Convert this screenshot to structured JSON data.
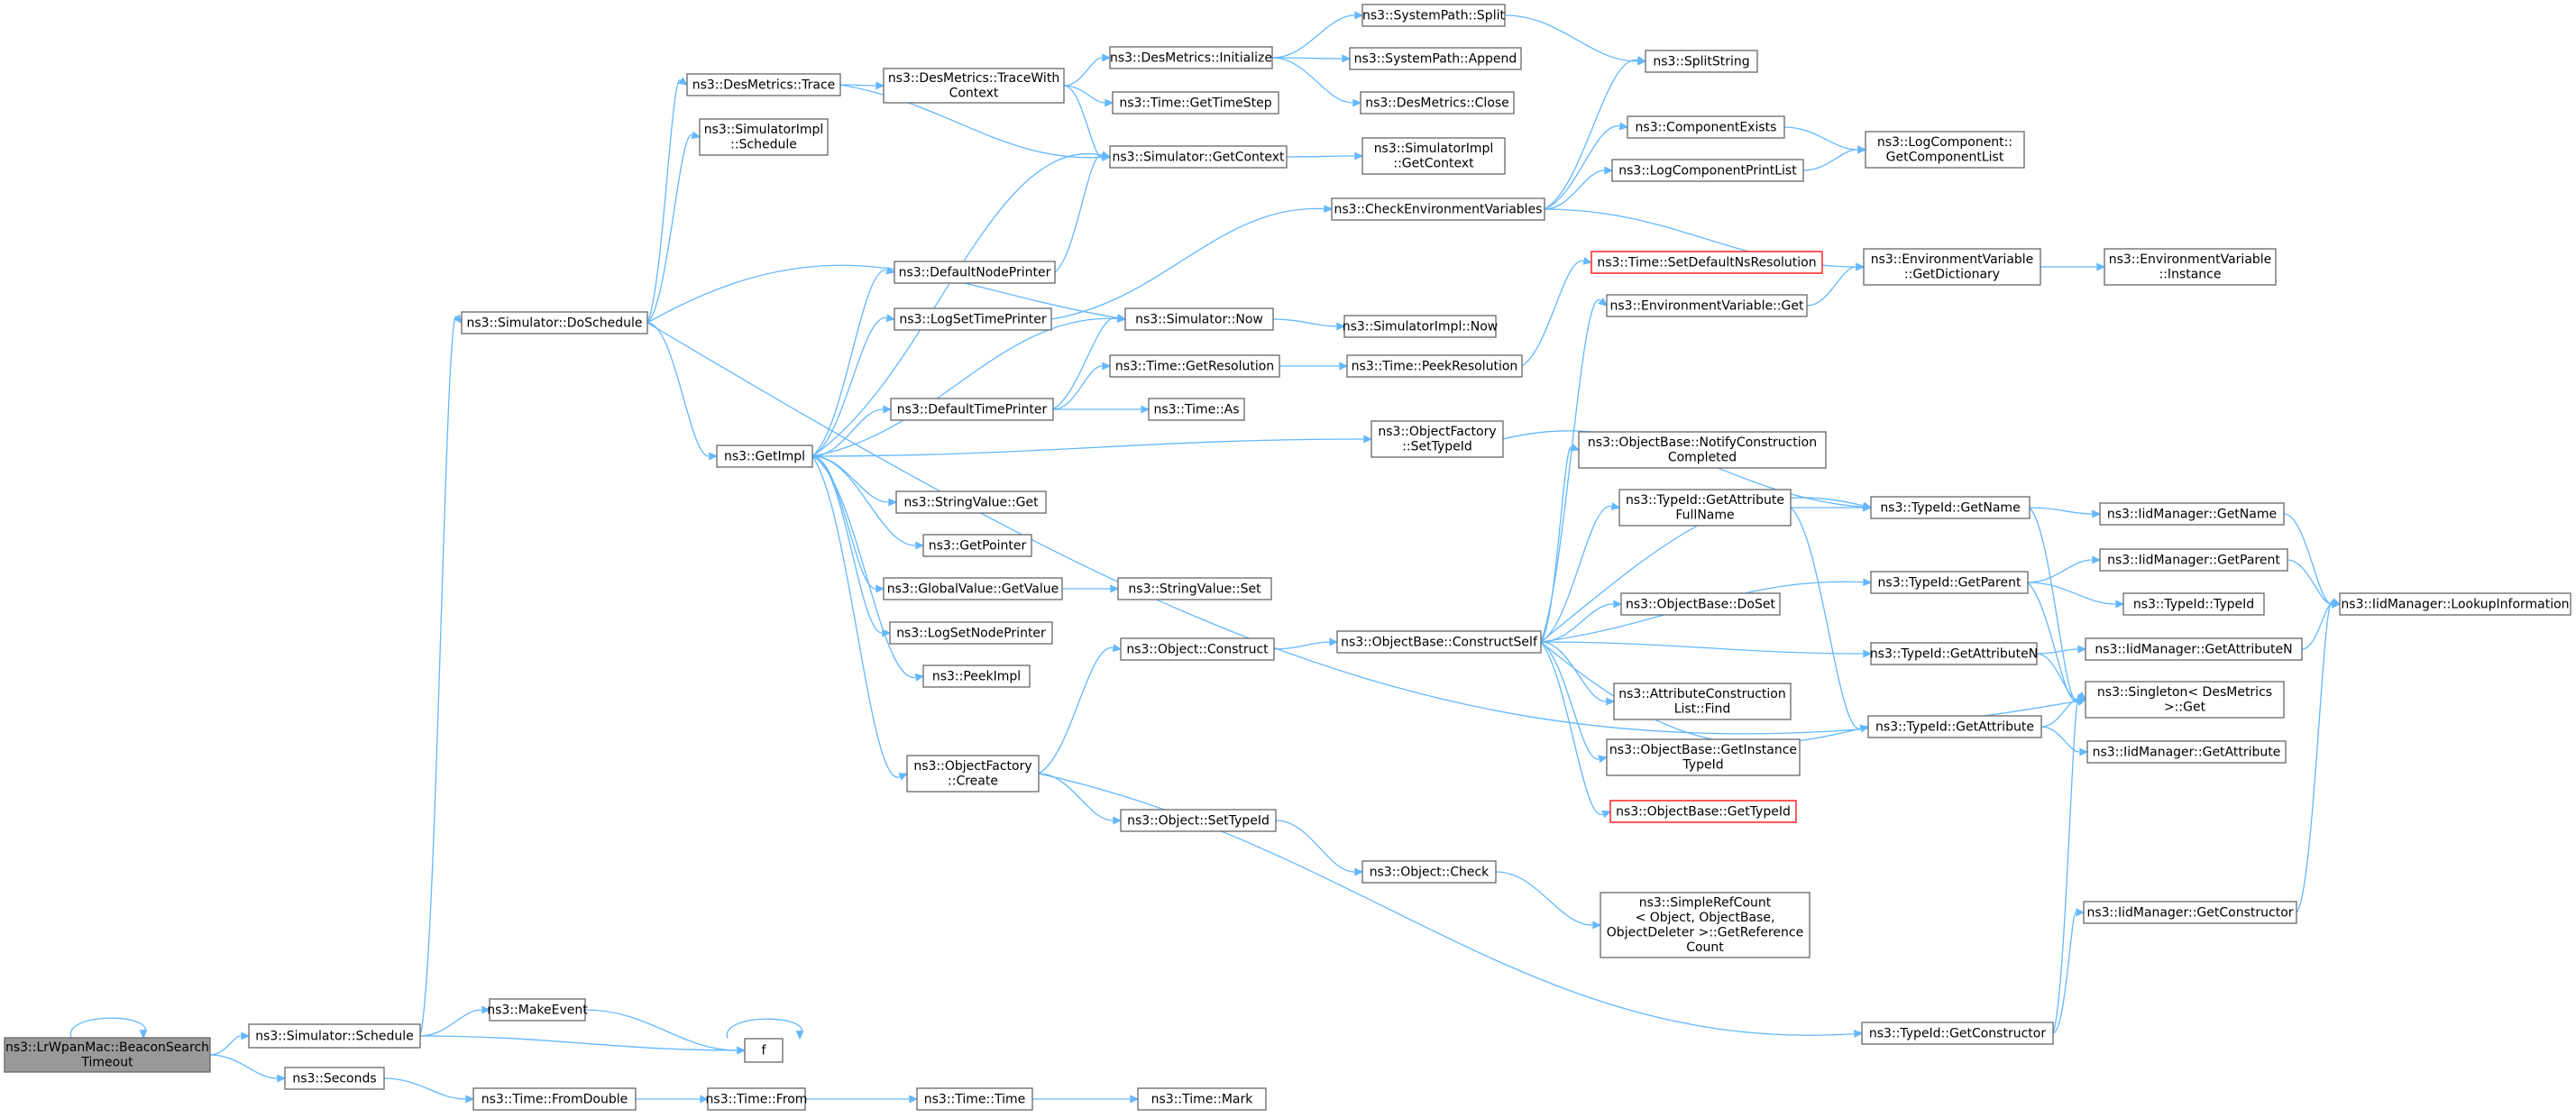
{
  "graph": {
    "colors": {
      "edge": "#63b8ff",
      "node_border": "#666666",
      "focus_fill": "#999999",
      "missing_border": "#ff0000"
    },
    "nodes": [
      {
        "id": "lrwpan",
        "lines": [
          "ns3::LrWpanMac::BeaconSearch",
          "Timeout"
        ],
        "focus": true
      },
      {
        "id": "schedule",
        "lines": [
          "ns3::Simulator::Schedule"
        ]
      },
      {
        "id": "seconds",
        "lines": [
          "ns3::Seconds"
        ]
      },
      {
        "id": "makeevent",
        "lines": [
          "ns3::MakeEvent"
        ]
      },
      {
        "id": "f",
        "lines": [
          "f"
        ]
      },
      {
        "id": "fromdouble",
        "lines": [
          "ns3::Time::FromDouble"
        ]
      },
      {
        "id": "from",
        "lines": [
          "ns3::Time::From"
        ]
      },
      {
        "id": "timetime",
        "lines": [
          "ns3::Time::Time"
        ]
      },
      {
        "id": "mark",
        "lines": [
          "ns3::Time::Mark"
        ]
      },
      {
        "id": "doschedule",
        "lines": [
          "ns3::Simulator::DoSchedule"
        ]
      },
      {
        "id": "desmtrace",
        "lines": [
          "ns3::DesMetrics::Trace"
        ]
      },
      {
        "id": "simimplschedule",
        "lines": [
          "ns3::SimulatorImpl",
          "::Schedule"
        ]
      },
      {
        "id": "getimpl",
        "lines": [
          "ns3::GetImpl"
        ]
      },
      {
        "id": "tracewithctx",
        "lines": [
          "ns3::DesMetrics::TraceWith",
          "Context"
        ]
      },
      {
        "id": "desinit",
        "lines": [
          "ns3::DesMetrics::Initialize"
        ]
      },
      {
        "id": "gettimestep",
        "lines": [
          "ns3::Time::GetTimeStep"
        ]
      },
      {
        "id": "getcontext",
        "lines": [
          "ns3::Simulator::GetContext"
        ]
      },
      {
        "id": "spsplit",
        "lines": [
          "ns3::SystemPath::Split"
        ]
      },
      {
        "id": "spappend",
        "lines": [
          "ns3::SystemPath::Append"
        ]
      },
      {
        "id": "desclose",
        "lines": [
          "ns3::DesMetrics::Close"
        ]
      },
      {
        "id": "splitstring",
        "lines": [
          "ns3::SplitString"
        ]
      },
      {
        "id": "simimplgetctx",
        "lines": [
          "ns3::SimulatorImpl",
          "::GetContext"
        ]
      },
      {
        "id": "checkenv",
        "lines": [
          "ns3::CheckEnvironmentVariables"
        ]
      },
      {
        "id": "compexists",
        "lines": [
          "ns3::ComponentExists"
        ]
      },
      {
        "id": "logcompprint",
        "lines": [
          "ns3::LogComponentPrintList"
        ]
      },
      {
        "id": "getcomplist",
        "lines": [
          "ns3::LogComponent::",
          "GetComponentList"
        ]
      },
      {
        "id": "envgetdict",
        "lines": [
          "ns3::EnvironmentVariable",
          "::GetDictionary"
        ]
      },
      {
        "id": "envinstance",
        "lines": [
          "ns3::EnvironmentVariable",
          "::Instance"
        ]
      },
      {
        "id": "setdefres",
        "lines": [
          "ns3::Time::SetDefaultNsResolution"
        ],
        "missing": true
      },
      {
        "id": "envget",
        "lines": [
          "ns3::EnvironmentVariable::Get"
        ]
      },
      {
        "id": "defnodeprinter",
        "lines": [
          "ns3::DefaultNodePrinter"
        ]
      },
      {
        "id": "logsettimeprinter",
        "lines": [
          "ns3::LogSetTimePrinter"
        ]
      },
      {
        "id": "simnow",
        "lines": [
          "ns3::Simulator::Now"
        ]
      },
      {
        "id": "simimplnow",
        "lines": [
          "ns3::SimulatorImpl::Now"
        ]
      },
      {
        "id": "getresolution",
        "lines": [
          "ns3::Time::GetResolution"
        ]
      },
      {
        "id": "peekresolution",
        "lines": [
          "ns3::Time::PeekResolution"
        ]
      },
      {
        "id": "deftimeprinter",
        "lines": [
          "ns3::DefaultTimePrinter"
        ]
      },
      {
        "id": "timeas",
        "lines": [
          "ns3::Time::As"
        ]
      },
      {
        "id": "ofsettypeid",
        "lines": [
          "ns3::ObjectFactory",
          "::SetTypeId"
        ]
      },
      {
        "id": "stringvalueget",
        "lines": [
          "ns3::StringValue::Get"
        ]
      },
      {
        "id": "getpointer",
        "lines": [
          "ns3::GetPointer"
        ]
      },
      {
        "id": "gvgetvalue",
        "lines": [
          "ns3::GlobalValue::GetValue"
        ]
      },
      {
        "id": "stringvalueset",
        "lines": [
          "ns3::StringValue::Set"
        ]
      },
      {
        "id": "logsetnodeprinter",
        "lines": [
          "ns3::LogSetNodePrinter"
        ]
      },
      {
        "id": "peekimpl",
        "lines": [
          "ns3::PeekImpl"
        ]
      },
      {
        "id": "ofcreate",
        "lines": [
          "ns3::ObjectFactory",
          "::Create"
        ]
      },
      {
        "id": "objconstruct",
        "lines": [
          "ns3::Object::Construct"
        ]
      },
      {
        "id": "objsettypeid",
        "lines": [
          "ns3::Object::SetTypeId"
        ]
      },
      {
        "id": "objcheck",
        "lines": [
          "ns3::Object::Check"
        ]
      },
      {
        "id": "simplerefcount",
        "lines": [
          "ns3::SimpleRefCount",
          "< Object, ObjectBase,",
          "ObjectDeleter >::GetReference",
          "Count"
        ]
      },
      {
        "id": "constructself",
        "lines": [
          "ns3::ObjectBase::ConstructSelf"
        ]
      },
      {
        "id": "notifyconstr",
        "lines": [
          "ns3::ObjectBase::NotifyConstruction",
          "Completed"
        ]
      },
      {
        "id": "getattrfullname",
        "lines": [
          "ns3::TypeId::GetAttribute",
          "FullName"
        ]
      },
      {
        "id": "dosetob",
        "lines": [
          "ns3::ObjectBase::DoSet"
        ]
      },
      {
        "id": "attrconstrfind",
        "lines": [
          "ns3::AttributeConstruction",
          "List::Find"
        ]
      },
      {
        "id": "getinsttypeid",
        "lines": [
          "ns3::ObjectBase::GetInstance",
          "TypeId"
        ]
      },
      {
        "id": "obgettypeid",
        "lines": [
          "ns3::ObjectBase::GetTypeId"
        ],
        "missing": true
      },
      {
        "id": "typeidgetname",
        "lines": [
          "ns3::TypeId::GetName"
        ]
      },
      {
        "id": "typeidgetparent",
        "lines": [
          "ns3::TypeId::GetParent"
        ]
      },
      {
        "id": "typeidgetattrn",
        "lines": [
          "ns3::TypeId::GetAttributeN"
        ]
      },
      {
        "id": "typeidgetattr",
        "lines": [
          "ns3::TypeId::GetAttribute"
        ]
      },
      {
        "id": "typeidgetctor",
        "lines": [
          "ns3::TypeId::GetConstructor"
        ]
      },
      {
        "id": "iidgetname",
        "lines": [
          "ns3::IidManager::GetName"
        ]
      },
      {
        "id": "iidgetparent",
        "lines": [
          "ns3::IidManager::GetParent"
        ]
      },
      {
        "id": "typeidtypeid",
        "lines": [
          "ns3::TypeId::TypeId"
        ]
      },
      {
        "id": "iidgetattrn",
        "lines": [
          "ns3::IidManager::GetAttributeN"
        ]
      },
      {
        "id": "singleton",
        "lines": [
          "ns3::Singleton< DesMetrics",
          ">::Get"
        ]
      },
      {
        "id": "iidgetattr",
        "lines": [
          "ns3::IidManager::GetAttribute"
        ]
      },
      {
        "id": "iidgetctor",
        "lines": [
          "ns3::IidManager::GetConstructor"
        ]
      },
      {
        "id": "iidlookup",
        "lines": [
          "ns3::IidManager::LookupInformation"
        ]
      }
    ]
  }
}
